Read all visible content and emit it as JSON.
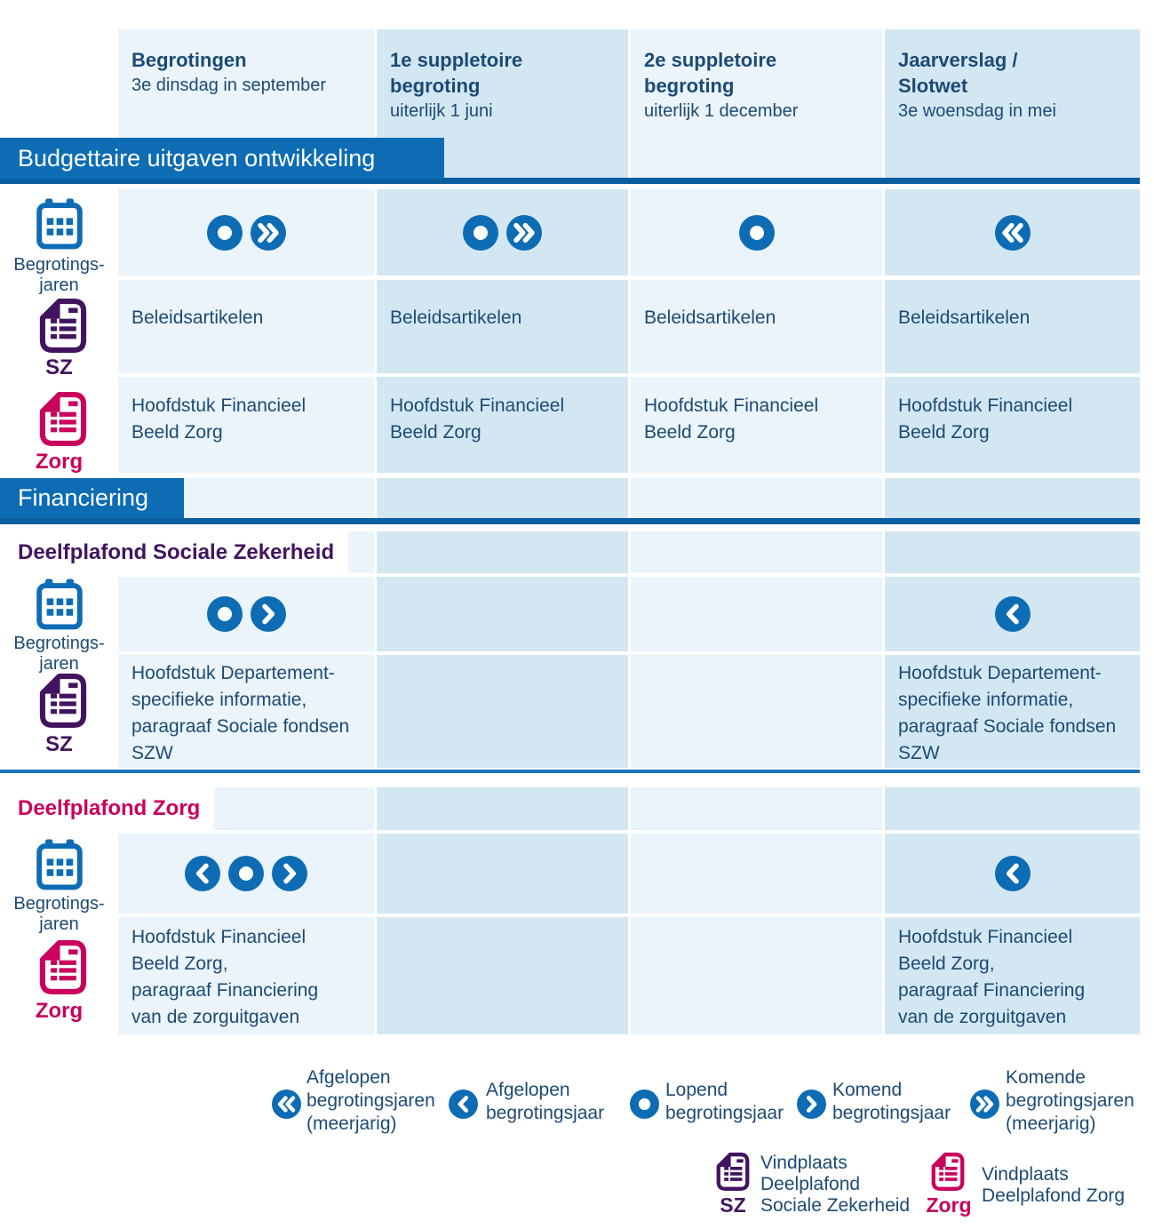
{
  "colors": {
    "blue": "#0d6cb4",
    "underline_blue": "#0a5ea0",
    "separator_blue": "#1d74bd",
    "light_cell": "#eaf4fa",
    "dark_cell": "#d3e7f3",
    "navy_text": "#1c4a74",
    "violet": "#42145f",
    "magenta": "#ca005d"
  },
  "table": {
    "columns": [
      {
        "title": "Begrotingen",
        "subtitle": "3e dinsdag in september"
      },
      {
        "title": "1e suppletoire\nbegroting",
        "subtitle": "uiterlijk 1 juni"
      },
      {
        "title": "2e suppletoire\nbegroting",
        "subtitle": "uiterlijk 1 december"
      },
      {
        "title": "Jaarverslag /\nSlotwet",
        "subtitle": "3e woensdag in mei"
      }
    ],
    "side": {
      "years_label": "Begrotings-\njaren",
      "sz_label": "SZ",
      "zorg_label": "Zorg"
    }
  },
  "budget_section": {
    "banner": "Budgettaire uitgaven ontwikkeling",
    "years_icons": [
      [
        "current",
        "future-multi"
      ],
      [
        "current",
        "future-multi"
      ],
      [
        "current"
      ],
      [
        "past-multi"
      ]
    ],
    "beleid_cells": [
      "Beleidsartikelen",
      "Beleidsartikelen",
      "Beleidsartikelen",
      "Beleidsartikelen"
    ],
    "zorg_cells": [
      "Hoofdstuk Financieel\nBeeld Zorg",
      "Hoofdstuk Financieel\nBeeld Zorg",
      "Hoofdstuk Financieel\nBeeld Zorg",
      "Hoofdstuk Financieel\nBeeld Zorg"
    ]
  },
  "financiering_section": {
    "banner": "Financiering",
    "sz": {
      "heading": "Deelfplafond Sociale Zekerheid",
      "years_icons_col1": [
        "current",
        "future"
      ],
      "years_icons_col4": [
        "past"
      ],
      "text_col1": "Hoofdstuk Departement-\nspecifieke informatie,\nparagraaf Sociale fondsen\nSZW",
      "text_col4": "Hoofdstuk Departement-\nspecifieke informatie,\nparagraaf Sociale fondsen\nSZW"
    },
    "zorg": {
      "heading": "Deelfplafond Zorg",
      "years_icons_col1": [
        "past",
        "current",
        "future"
      ],
      "years_icons_col4": [
        "past"
      ],
      "text_col1": "Hoofdstuk Financieel\nBeeld Zorg,\nparagraaf Financiering\nvan de zorguitgaven",
      "text_col4": "Hoofdstuk Financieel\nBeeld Zorg,\nparagraaf Financiering\nvan de zorguitgaven"
    }
  },
  "legend": {
    "items": [
      {
        "icon": "past-multi",
        "label": "Afgelopen\nbegrotingsjaren\n(meerjarig)"
      },
      {
        "icon": "past",
        "label": "Afgelopen\nbegrotingsjaar"
      },
      {
        "icon": "current",
        "label": "Lopend\nbegrotingsjaar"
      },
      {
        "icon": "future",
        "label": "Komend\nbegrotingsjaar"
      },
      {
        "icon": "future-multi",
        "label": "Komende\nbegrotingsjaren\n(meerjarig)"
      }
    ],
    "vindplaats": [
      {
        "icon_label": "SZ",
        "label": "Vindplaats\nDeelplafond\nSociale Zekerheid"
      },
      {
        "icon_label": "Zorg",
        "label": "Vindplaats\nDeelplafond Zorg"
      }
    ]
  }
}
